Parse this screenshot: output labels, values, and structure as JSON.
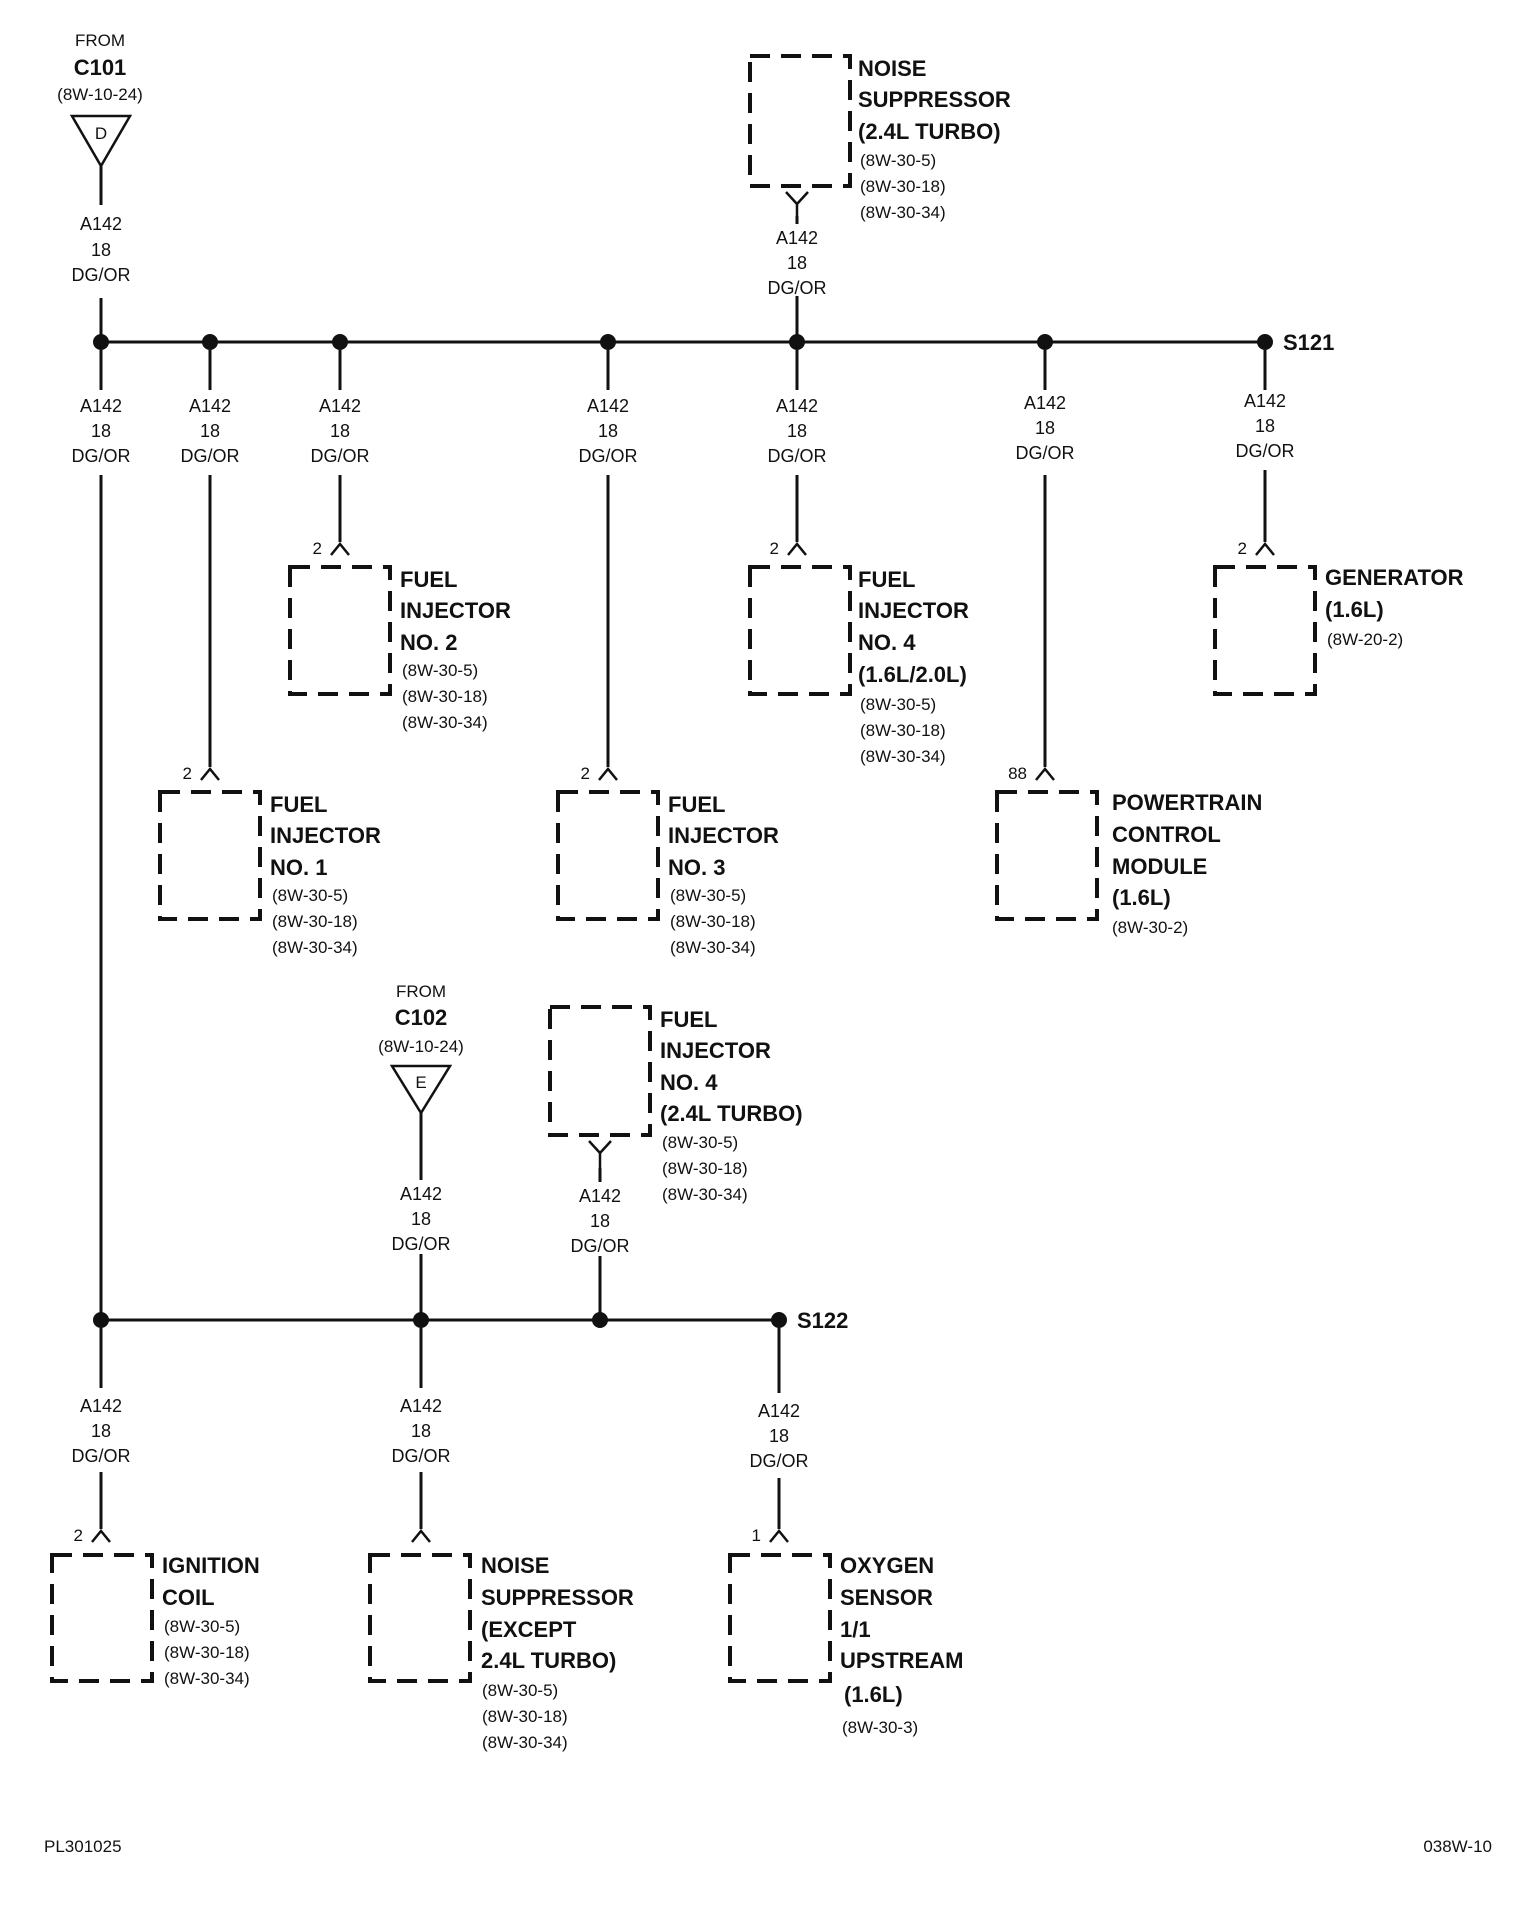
{
  "wire": {
    "circuit": "A142",
    "gauge": "18",
    "color_code": "DG/OR"
  },
  "sources": {
    "c101": {
      "from": "FROM",
      "connector": "C101",
      "ref": "(8W-10-24)",
      "cavity": "D"
    },
    "c102": {
      "from": "FROM",
      "connector": "C102",
      "ref": "(8W-10-24)",
      "cavity": "E"
    }
  },
  "splices": {
    "s121": "S121",
    "s122": "S122"
  },
  "components": {
    "noise_suppressor_turbo": {
      "name": [
        "NOISE",
        "SUPPRESSOR",
        "(2.4L TURBO)"
      ],
      "refs": [
        "(8W-30-5)",
        "(8W-30-18)",
        "(8W-30-34)"
      ],
      "pin": ""
    },
    "fuel_injector_2": {
      "name": [
        "FUEL",
        "INJECTOR",
        "NO. 2"
      ],
      "refs": [
        "(8W-30-5)",
        "(8W-30-18)",
        "(8W-30-34)"
      ],
      "pin": "2"
    },
    "fuel_injector_4": {
      "name": [
        "FUEL",
        "INJECTOR",
        "NO. 4",
        "(1.6L/2.0L)"
      ],
      "refs": [
        "(8W-30-5)",
        "(8W-30-18)",
        "(8W-30-34)"
      ],
      "pin": "2"
    },
    "generator": {
      "name": [
        "GENERATOR",
        "(1.6L)"
      ],
      "refs": [
        "(8W-20-2)"
      ],
      "pin": "2"
    },
    "fuel_injector_1": {
      "name": [
        "FUEL",
        "INJECTOR",
        "NO. 1"
      ],
      "refs": [
        "(8W-30-5)",
        "(8W-30-18)",
        "(8W-30-34)"
      ],
      "pin": "2"
    },
    "fuel_injector_3": {
      "name": [
        "FUEL",
        "INJECTOR",
        "NO. 3"
      ],
      "refs": [
        "(8W-30-5)",
        "(8W-30-18)",
        "(8W-30-34)"
      ],
      "pin": "2"
    },
    "pcm": {
      "name": [
        "POWERTRAIN",
        "CONTROL",
        "MODULE",
        "(1.6L)"
      ],
      "refs": [
        "(8W-30-2)"
      ],
      "pin": "88"
    },
    "fuel_injector_4_turbo": {
      "name": [
        "FUEL",
        "INJECTOR",
        "NO. 4",
        "(2.4L TURBO)"
      ],
      "refs": [
        "(8W-30-5)",
        "(8W-30-18)",
        "(8W-30-34)"
      ],
      "pin": ""
    },
    "ignition_coil": {
      "name": [
        "IGNITION",
        "COIL"
      ],
      "refs": [
        "(8W-30-5)",
        "(8W-30-18)",
        "(8W-30-34)"
      ],
      "pin": "2"
    },
    "noise_suppressor_except": {
      "name": [
        "NOISE",
        "SUPPRESSOR",
        "(EXCEPT",
        "2.4L TURBO)"
      ],
      "refs": [
        "(8W-30-5)",
        "(8W-30-18)",
        "(8W-30-34)"
      ],
      "pin": ""
    },
    "oxygen_sensor": {
      "name": [
        "OXYGEN",
        "SENSOR",
        "1/1",
        "UPSTREAM",
        "(1.6L)"
      ],
      "refs": [
        "(8W-30-3)"
      ],
      "pin": "1"
    }
  },
  "footer": {
    "left": "PL301025",
    "right": "038W-10"
  }
}
